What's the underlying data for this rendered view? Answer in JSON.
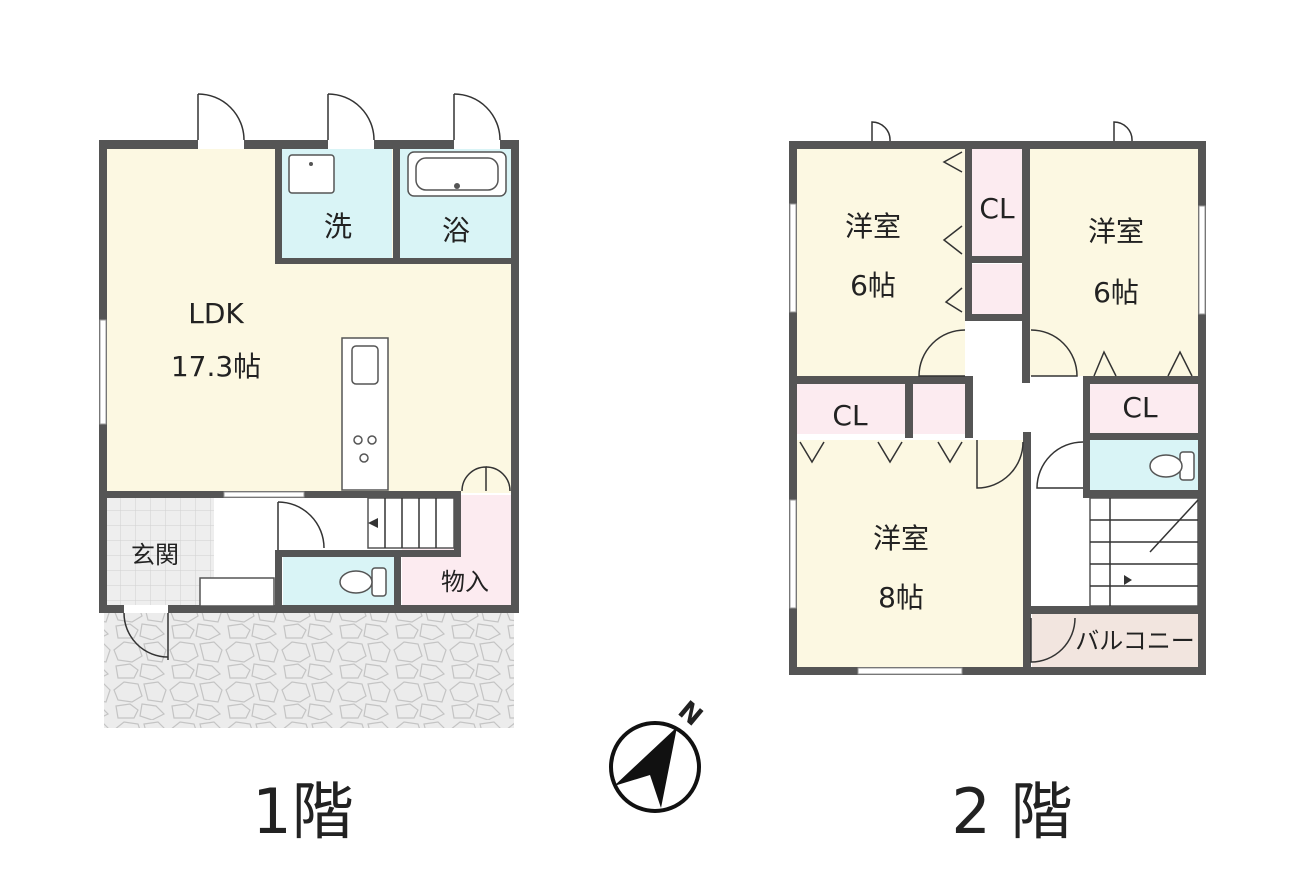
{
  "floor1": {
    "title": "1階",
    "rooms": {
      "ldk": {
        "name": "LDK",
        "size": "17.3帖"
      },
      "wash": {
        "name": "洗"
      },
      "bath": {
        "name": "浴"
      },
      "entrance": {
        "name": "玄関"
      },
      "storage": {
        "name": "物入"
      }
    }
  },
  "floor2": {
    "title": "2 階",
    "rooms": {
      "western_nw": {
        "name": "洋室",
        "size": "6帖"
      },
      "western_ne": {
        "name": "洋室",
        "size": "6帖"
      },
      "western_s": {
        "name": "洋室",
        "size": "8帖"
      },
      "closet_top": {
        "name": "CL"
      },
      "closet_left": {
        "name": "CL"
      },
      "closet_right": {
        "name": "CL"
      },
      "balcony": {
        "name": "バルコニー"
      }
    }
  },
  "compass": {
    "label": "N",
    "icon": "north-arrow-icon"
  },
  "colors": {
    "wall": "#555555",
    "living": "#fcf8e2",
    "wet": "#d9f4f6",
    "storage": "#fcebf0",
    "balcony": "#f2e5df",
    "paving": "#ececec"
  }
}
